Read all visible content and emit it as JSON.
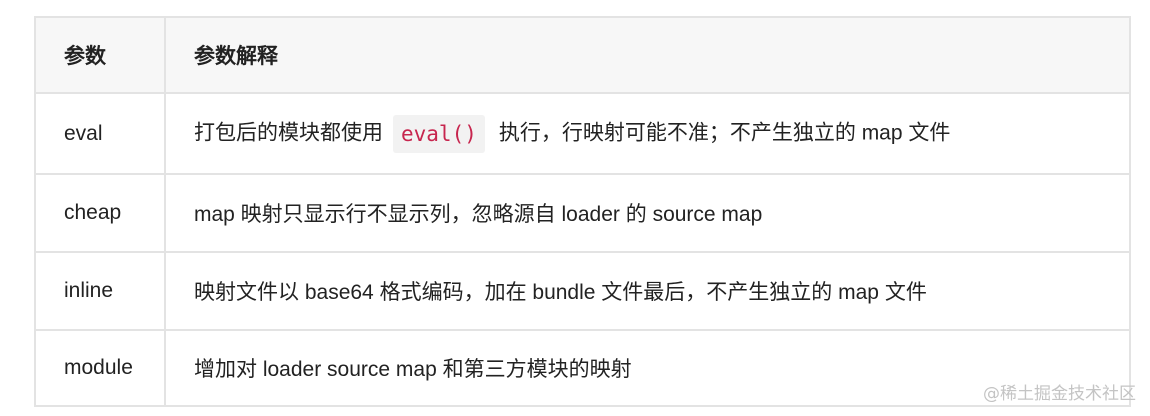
{
  "table": {
    "headers": [
      "参数",
      "参数解释"
    ],
    "rows": [
      {
        "param": "eval",
        "desc_before": "打包后的模块都使用",
        "code": "eval()",
        "desc_after": "执行，行映射可能不准；不产生独立的 map 文件"
      },
      {
        "param": "cheap",
        "desc": "map 映射只显示行不显示列，忽略源自 loader 的 source map"
      },
      {
        "param": "inline",
        "desc": "映射文件以 base64 格式编码，加在 bundle 文件最后，不产生独立的 map 文件"
      },
      {
        "param": "module",
        "desc": "增加对 loader source map 和第三方模块的映射"
      }
    ]
  },
  "watermark": "@稀土掘金技术社区",
  "colors": {
    "header_bg": "#f7f7f7",
    "border": "#e3e3e3",
    "code_bg": "#f2f2f2",
    "code_text": "#c7254e"
  }
}
